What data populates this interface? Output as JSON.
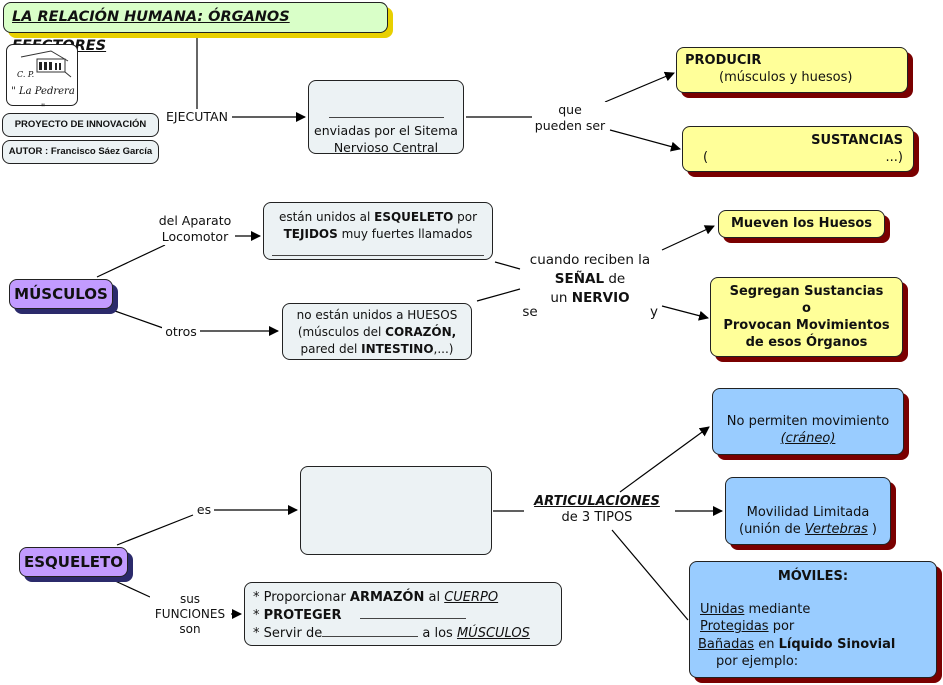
{
  "title": "LA RELACIÓN HUMANA: ÓRGANOS EFECTORES",
  "logo": {
    "line1": "C. P.",
    "line2": "\" La Pedrera \""
  },
  "project_label": "PROYECTO DE INNOVACIÓN",
  "author_label": "AUTOR : Francisco Sáez García",
  "top_section": {
    "link_ejecutan": "EJECUTAN",
    "orders_box": {
      "text": "enviadas por el Sitema Nervioso Central"
    },
    "link_que_pueden": "que pueden ser",
    "producir": {
      "title": "PRODUCIR",
      "sub": "(músculos y huesos)"
    },
    "sustancias": {
      "title": "SUSTANCIAS",
      "open": "(",
      "close": "...)"
    }
  },
  "muscles_section": {
    "root": "MÚSCULOS",
    "link_aparato": "del Aparato Locomotor",
    "link_otros": "otros",
    "skeletal_box": {
      "t1": "están unidos al ",
      "b1": "ESQUELETO",
      "t2": " por ",
      "b2": "TEJIDOS",
      "t3": " muy fuertes llamados"
    },
    "other_box": {
      "t1": "no están unidos a HUESOS",
      "t2": "(músculos del ",
      "b1": "CORAZÓN,",
      "t3": "pared del ",
      "b2": "INTESTINO",
      "t4": ",...)"
    },
    "signal": {
      "t1": "cuando reciben la",
      "b1": "SEÑAL",
      "t2": " de",
      "t3": "un ",
      "b2": "NERVIO",
      "se": "se",
      "y": "y"
    },
    "mueven": "Mueven los Huesos",
    "segregan": {
      "l1": "Segregan Sustancias",
      "l2": "o",
      "l3": "Provocan Movimientos",
      "l4": "de esos Órganos"
    }
  },
  "skeleton_section": {
    "root": "ESQUELETO",
    "link_es": "es",
    "link_funciones": {
      "l1": "sus",
      "l2": "FUNCIONES",
      "l3": "son"
    },
    "functions_box": {
      "r1_a": "* Proporcionar ",
      "r1_b": "ARMAZÓN",
      "r1_c": " al ",
      "r1_d": "CUERPO",
      "r2_a": "* ",
      "r2_b": "PROTEGER",
      "r3_a": "* Servir de",
      "r3_b": " a los ",
      "r3_c": "MÚSCULOS"
    },
    "articulaciones": {
      "title": "ARTICULACIONES",
      "sub": "de 3 TIPOS"
    },
    "no_permiten": {
      "l1": "No permiten movimiento",
      "l2": "(cráneo)"
    },
    "movilidad": {
      "l1": "Movilidad Limitada",
      "l2a": "(unión de ",
      "l2b": "Vertebras",
      "l2c": " )"
    },
    "moviles": {
      "title": "MÓVILES:",
      "r1a": "Unidas",
      "r1b": " mediante",
      "r2a": "Protegidas",
      "r2b": " por",
      "r3a": "Bañadas",
      "r3b": " en ",
      "r3c": "Líquido Sinovial",
      "r4": "por ejemplo:"
    }
  }
}
